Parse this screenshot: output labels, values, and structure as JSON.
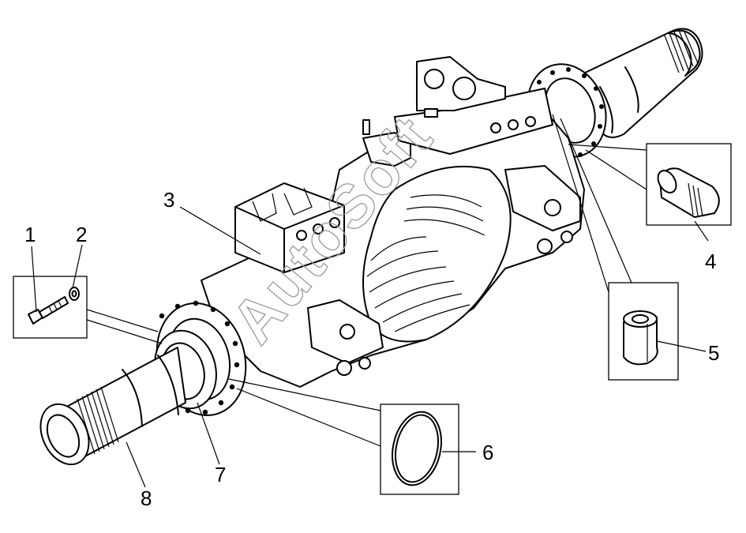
{
  "watermark": "AutoSoft",
  "callouts": [
    {
      "id": "1",
      "label": "1"
    },
    {
      "id": "2",
      "label": "2"
    },
    {
      "id": "3",
      "label": "3"
    },
    {
      "id": "4",
      "label": "4"
    },
    {
      "id": "5",
      "label": "5"
    },
    {
      "id": "6",
      "label": "6"
    },
    {
      "id": "7",
      "label": "7"
    },
    {
      "id": "8",
      "label": "8"
    }
  ],
  "colors": {
    "ink": "#000000",
    "background": "#ffffff",
    "watermark": "#9a9a9a"
  }
}
